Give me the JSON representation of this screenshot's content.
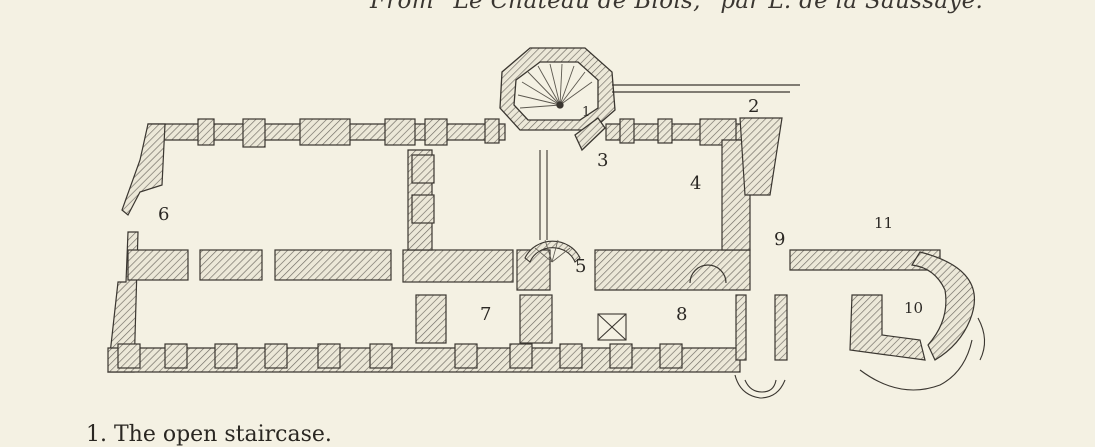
{
  "credit": "From “Le Château de Blois,” par L. de la Saussaye.",
  "rooms": [
    "1",
    "2",
    "3",
    "4",
    "5",
    "6",
    "7",
    "8",
    "9",
    "10",
    "11"
  ],
  "caption": "1. The open staircase.",
  "colors": {
    "paper": "#f4f1e3",
    "ink": "#3a3630",
    "hatch": "#6e6a62"
  }
}
